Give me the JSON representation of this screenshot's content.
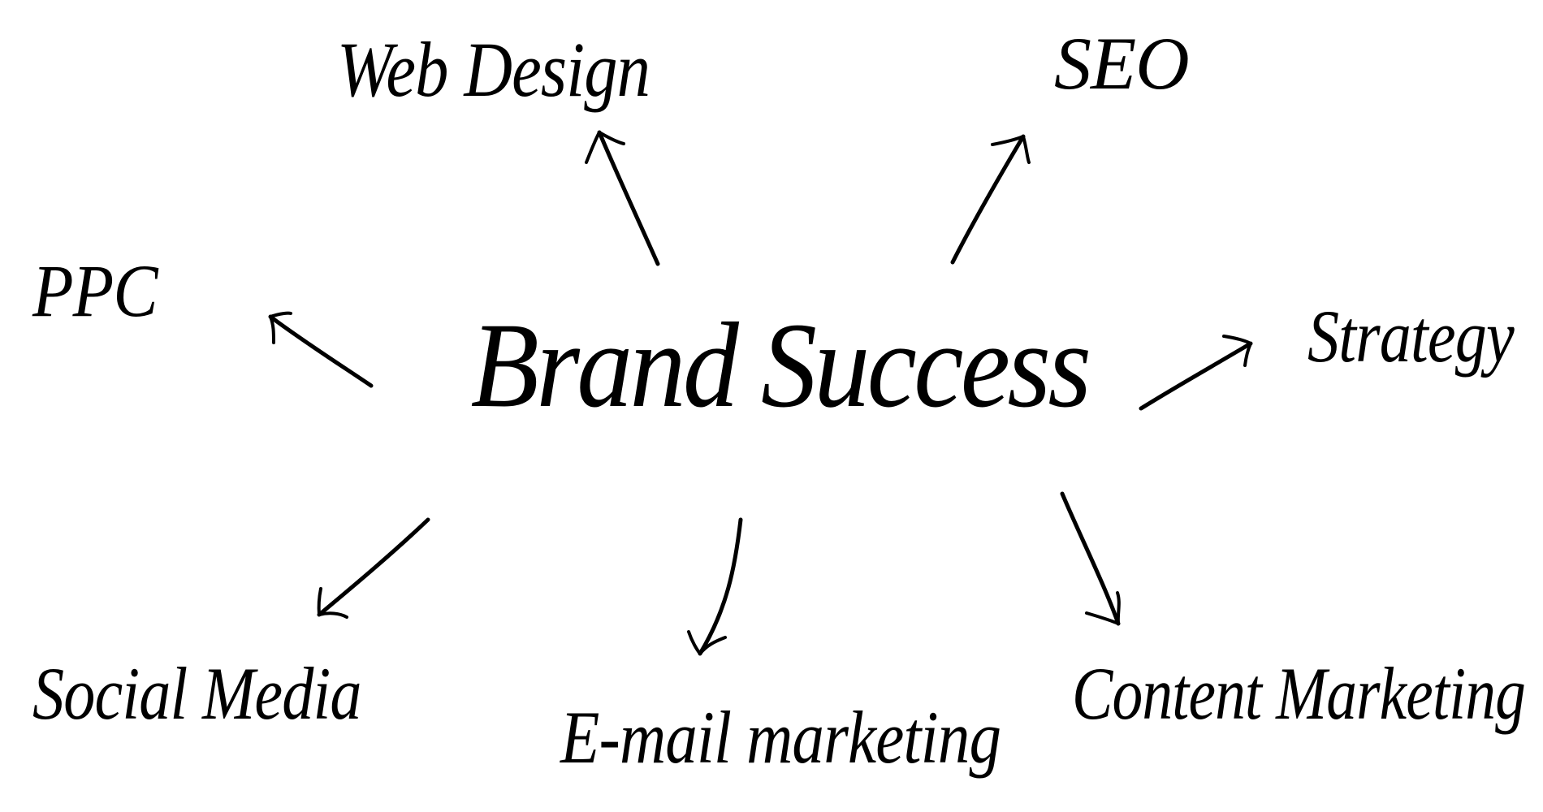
{
  "diagram": {
    "type": "mind-map",
    "center": {
      "label": "Brand Success"
    },
    "nodes": [
      {
        "id": "web",
        "label": "Web Design",
        "direction": "up-left"
      },
      {
        "id": "seo",
        "label": "SEO",
        "direction": "up-right"
      },
      {
        "id": "ppc",
        "label": "PPC",
        "direction": "left"
      },
      {
        "id": "strategy",
        "label": "Strategy",
        "direction": "right"
      },
      {
        "id": "social",
        "label": "Social Media",
        "direction": "down-left"
      },
      {
        "id": "email",
        "label": "E-mail marketing",
        "direction": "down"
      },
      {
        "id": "content",
        "label": "Content Marketing",
        "direction": "down-right"
      }
    ],
    "colors": {
      "background": "#ffffff",
      "ink": "#000000"
    }
  }
}
